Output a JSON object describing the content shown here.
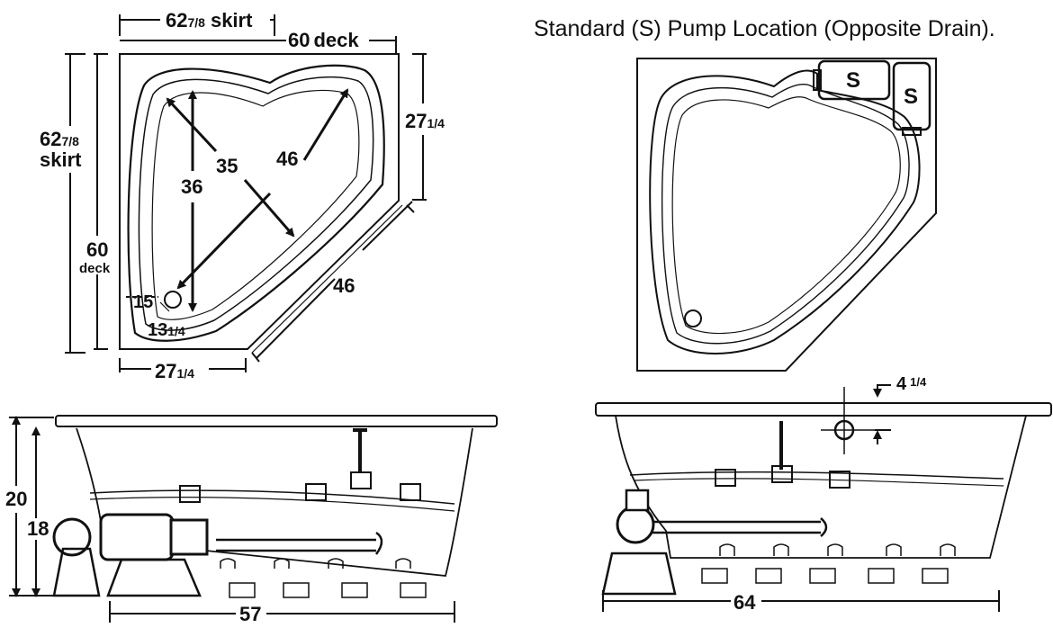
{
  "title": "Standard (S) Pump Location (Opposite Drain).",
  "plan_view": {
    "skirt_top": {
      "whole": "62",
      "frac": "7/8",
      "word": "skirt"
    },
    "deck_top": {
      "whole": "60",
      "word": "deck"
    },
    "skirt_left": {
      "whole": "62",
      "frac": "7/8",
      "word": "skirt"
    },
    "deck_left": {
      "whole": "60",
      "word": "deck"
    },
    "right_side": {
      "whole": "27",
      "frac": "1/4"
    },
    "bottom_side": {
      "whole": "27",
      "frac": "1/4"
    },
    "diagonal_edge": "46",
    "inner_diagonal": "46",
    "inner_cross": "35",
    "inner_height": "36",
    "drain_x": "15",
    "drain_y": {
      "whole": "13",
      "frac": "1/4"
    }
  },
  "pump_view": {
    "pump_label_1": "S",
    "pump_label_2": "S"
  },
  "side_view_left": {
    "overall_height": "20",
    "tub_height": "18",
    "length": "57"
  },
  "side_view_right": {
    "length": "64",
    "jet_offset": {
      "whole": "4",
      "frac": "1/4"
    }
  }
}
